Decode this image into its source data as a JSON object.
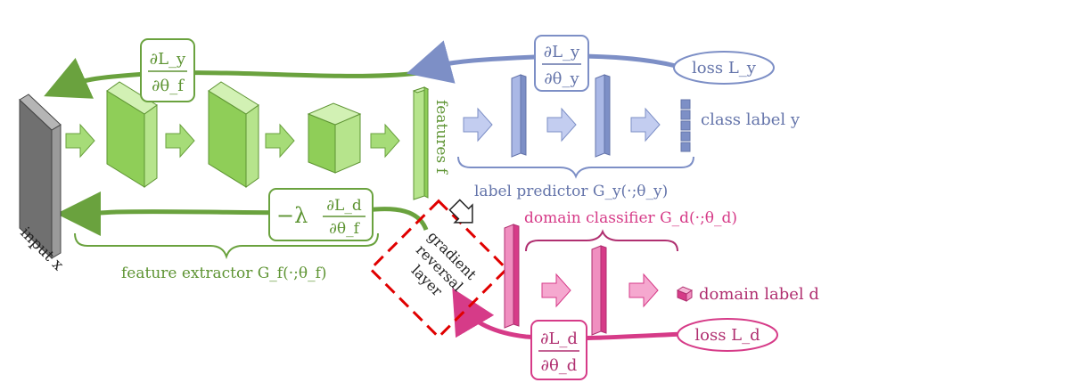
{
  "colors": {
    "green": "#6aa23e",
    "green_face": "#9fd86c",
    "green_light": "#c7eda3",
    "blue": "#7d8fc6",
    "blue_face": "#aab8e6",
    "pink": "#d63b88",
    "pink_face": "#f08fc0",
    "red": "#e00000",
    "gray": "#6f6f6f"
  },
  "input": {
    "label": "input x"
  },
  "feature_extractor": {
    "label": "feature extractor G_f(·;θ_f)"
  },
  "features": {
    "label": "features f"
  },
  "label_predictor": {
    "label": "label predictor G_y(·;θ_y)"
  },
  "class_label": {
    "label": "class label y"
  },
  "loss_y": {
    "label": "loss L_y"
  },
  "grad_ly_top": {
    "num": "∂L_y",
    "den": "∂θ_f"
  },
  "grad_ly_right": {
    "num": "∂L_y",
    "den": "∂θ_y"
  },
  "grad_rev": {
    "prefix": "−λ",
    "num": "∂L_d",
    "den": "∂θ_f"
  },
  "gradient_reversal": {
    "line1": "gradient",
    "line2": "reversal",
    "line3": "layer"
  },
  "domain_classifier": {
    "label": "domain classifier G_d(·;θ_d)"
  },
  "domain_label": {
    "label": "domain label d"
  },
  "loss_d": {
    "label": "loss L_d"
  },
  "grad_ld": {
    "num": "∂L_d",
    "den": "∂θ_d"
  }
}
